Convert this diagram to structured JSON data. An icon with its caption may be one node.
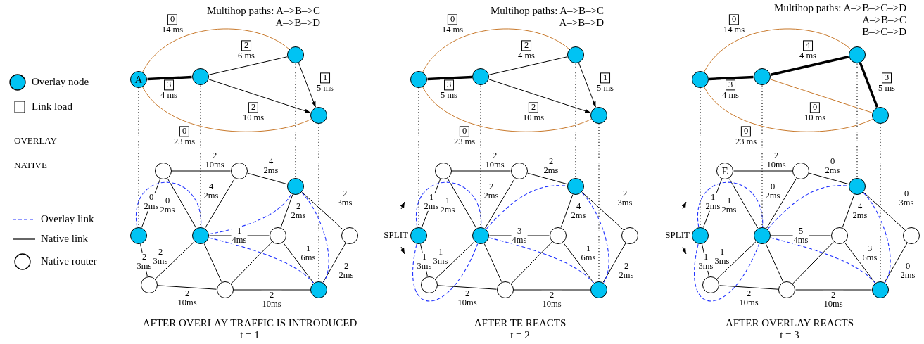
{
  "diagram": {
    "nodes": [
      {
        "text": [
          "A"
        ]
      },
      {
        "text": [],
        "shape": "circle"
      },
      {
        "text": [],
        "shape": "circle"
      },
      {
        "text": [],
        "shape": "circle"
      },
      {
        "text": [],
        "shape": "circle"
      },
      {
        "text": [],
        "shape": "circle"
      },
      {
        "text": [],
        "shape": "circle"
      },
      {
        "text": [],
        "shape": "circle"
      },
      {
        "text": [],
        "shape": "circle"
      },
      {
        "text": [],
        "shape": "circle"
      },
      {
        "text": [],
        "shape": "circle"
      },
      {
        "text": [],
        "shape": "circle"
      },
      {
        "text": [],
        "shape": "circle"
      },
      {
        "text": [],
        "shape": "circle"
      },
      {
        "text": [],
        "shape": "circle"
      },
      {
        "text": [],
        "shape": "circle"
      },
      {
        "text": [],
        "shape": "circle"
      },
      {
        "text": [],
        "shape": "circle"
      },
      {
        "text": [],
        "shape": "circle"
      },
      {
        "text": [],
        "shape": "circle"
      },
      {
        "text": [],
        "shape": "circle"
      },
      {
        "text": [],
        "shape": "circle"
      },
      {
        "text": [],
        "shape": "circle"
      },
      {
        "text": [],
        "shape": "circle"
      },
      {
        "text": [],
        "shape": "circle"
      },
      {
        "text": [],
        "shape": "circle"
      },
      {
        "text": [],
        "shape": "circle"
      },
      {
        "text": [],
        "shape": "circle"
      },
      {
        "text": [],
        "shape": "circle"
      },
      {
        "text": [],
        "shape": "circle"
      },
      {
        "text": [],
        "shape": "circle"
      },
      {
        "text": [],
        "shape": "circle"
      },
      {
        "text": [
          "E"
        ]
      },
      {
        "text": [],
        "shape": "circle"
      },
      {
        "text": [],
        "shape": "circle"
      },
      {
        "text": [],
        "shape": "circle"
      },
      {
        "text": [],
        "shape": "circle"
      },
      {
        "text": [],
        "shape": "circle"
      },
      {
        "text": [],
        "shape": "circle"
      },
      {
        "text": [],
        "shape": "circle"
      },
      {
        "text": [],
        "shape": "circle"
      },
      {
        "text": [],
        "shape": "circle"
      }
    ],
    "edges": [
      {
        "from": 0,
        "to": 2,
        "arrow": "none",
        "label": "0 14 ms",
        "color": "#c8782a"
      },
      {
        "from": 0,
        "to": 1,
        "arrow": "none",
        "label": "3 4 ms",
        "style": "thick"
      },
      {
        "from": 1,
        "to": 2,
        "arrow": "none",
        "label": "2 6 ms"
      },
      {
        "from": 1,
        "to": 3,
        "arrow": "to",
        "label": "2 10 ms"
      },
      {
        "from": 2,
        "to": 3,
        "arrow": "to",
        "label": "1 5 ms"
      },
      {
        "from": 0,
        "to": 3,
        "arrow": "none",
        "label": "0 23 ms",
        "color": "#c8782a"
      },
      {
        "from": 4,
        "to": 5,
        "arrow": "none",
        "label": "2 10ms"
      },
      {
        "from": 5,
        "to": 6,
        "arrow": "none",
        "label": "4 2ms"
      },
      {
        "from": 4,
        "to": 7,
        "arrow": "none",
        "label": "0 2ms"
      },
      {
        "from": 4,
        "to": 8,
        "arrow": "none",
        "label": "0 2ms"
      },
      {
        "from": 5,
        "to": 8,
        "arrow": "none",
        "label": "4 2ms"
      },
      {
        "from": 6,
        "to": 9,
        "arrow": "none",
        "label": "2 2ms"
      },
      {
        "from": 6,
        "to": 10,
        "arrow": "none",
        "label": "2 3ms"
      },
      {
        "from": 8,
        "to": 9,
        "arrow": "none",
        "label": "1 4ms"
      },
      {
        "from": 7,
        "to": 11,
        "arrow": "none",
        "label": "2 3ms"
      },
      {
        "from": 8,
        "to": 11,
        "arrow": "none",
        "label": "2 3ms"
      },
      {
        "from": 8,
        "to": 12,
        "arrow": "none"
      },
      {
        "from": 9,
        "to": 12,
        "arrow": "none"
      },
      {
        "from": 9,
        "to": 13,
        "arrow": "none",
        "label": "1 6ms"
      },
      {
        "from": 10,
        "to": 13,
        "arrow": "none",
        "label": "2 2ms"
      },
      {
        "from": 11,
        "to": 12,
        "arrow": "none",
        "label": "2 10ms"
      },
      {
        "from": 12,
        "to": 13,
        "arrow": "none",
        "label": "2 10ms"
      },
      {
        "from": 7,
        "to": 8,
        "arrow": "none",
        "style": "dashed",
        "color": "#2233ff"
      },
      {
        "from": 8,
        "to": 6,
        "arrow": "none",
        "style": "dashed",
        "color": "#2233ff"
      },
      {
        "from": 8,
        "to": 13,
        "arrow": "none",
        "style": "dashed",
        "color": "#2233ff"
      },
      {
        "from": 6,
        "to": 13,
        "arrow": "none",
        "style": "dashed",
        "color": "#2233ff"
      },
      {
        "from": 0,
        "to": 7,
        "arrow": "none",
        "style": "dashed"
      },
      {
        "from": 1,
        "to": 8,
        "arrow": "none",
        "style": "dashed"
      },
      {
        "from": 2,
        "to": 6,
        "arrow": "none",
        "style": "dashed"
      },
      {
        "from": 3,
        "to": 13,
        "arrow": "none",
        "style": "dashed"
      },
      {
        "from": 14,
        "to": 16,
        "arrow": "none",
        "label": "0 14 ms",
        "color": "#c8782a"
      },
      {
        "from": 14,
        "to": 15,
        "arrow": "none",
        "label": "3 5 ms",
        "style": "thick"
      },
      {
        "from": 15,
        "to": 16,
        "arrow": "none",
        "label": "2 4 ms"
      },
      {
        "from": 15,
        "to": 17,
        "arrow": "to",
        "label": "2 10 ms"
      },
      {
        "from": 16,
        "to": 17,
        "arrow": "to",
        "label": "1 5 ms"
      },
      {
        "from": 14,
        "to": 17,
        "arrow": "none",
        "label": "0 23 ms",
        "color": "#c8782a"
      },
      {
        "from": 18,
        "to": 19,
        "arrow": "none",
        "label": "2 10ms"
      },
      {
        "from": 19,
        "to": 20,
        "arrow": "none",
        "label": "2 2ms"
      },
      {
        "from": 18,
        "to": 21,
        "arrow": "none",
        "label": "1 2ms"
      },
      {
        "from": 18,
        "to": 22,
        "arrow": "none",
        "label": "1 2ms"
      },
      {
        "from": 19,
        "to": 22,
        "arrow": "none",
        "label": "2 2ms"
      },
      {
        "from": 20,
        "to": 23,
        "arrow": "none",
        "label": "4 2ms"
      },
      {
        "from": 20,
        "to": 24,
        "arrow": "none",
        "label": "2 3ms"
      },
      {
        "from": 22,
        "to": 23,
        "arrow": "none",
        "label": "3 4ms"
      },
      {
        "from": 21,
        "to": 25,
        "arrow": "none",
        "label": "1 3ms"
      },
      {
        "from": 22,
        "to": 25,
        "arrow": "none",
        "label": "1 3ms"
      },
      {
        "from": 22,
        "to": 26,
        "arrow": "none"
      },
      {
        "from": 23,
        "to": 26,
        "arrow": "none"
      },
      {
        "from": 23,
        "to": 27,
        "arrow": "none",
        "label": "1 6ms"
      },
      {
        "from": 24,
        "to": 27,
        "arrow": "none",
        "label": "2 2ms"
      },
      {
        "from": 25,
        "to": 26,
        "arrow": "none",
        "label": "2 10ms"
      },
      {
        "from": 26,
        "to": 27,
        "arrow": "none",
        "label": "2 10ms"
      },
      {
        "from": 21,
        "to": 22,
        "arrow": "none",
        "style": "dashed",
        "color": "#2233ff"
      },
      {
        "from": 21,
        "to": 22,
        "arrow": "none",
        "style": "dashed",
        "color": "#2233ff"
      },
      {
        "from": 22,
        "to": 20,
        "arrow": "none",
        "style": "dashed",
        "color": "#2233ff"
      },
      {
        "from": 22,
        "to": 27,
        "arrow": "none",
        "style": "dashed",
        "color": "#2233ff"
      },
      {
        "from": 20,
        "to": 27,
        "arrow": "none",
        "style": "dashed",
        "color": "#2233ff"
      },
      {
        "from": 14,
        "to": 21,
        "arrow": "none",
        "style": "dashed"
      },
      {
        "from": 15,
        "to": 22,
        "arrow": "none",
        "style": "dashed"
      },
      {
        "from": 16,
        "to": 20,
        "arrow": "none",
        "style": "dashed"
      },
      {
        "from": 17,
        "to": 27,
        "arrow": "none",
        "style": "dashed"
      },
      {
        "from": 28,
        "to": 30,
        "arrow": "none",
        "label": "0 14 ms",
        "color": "#c8782a"
      },
      {
        "from": 28,
        "to": 29,
        "arrow": "none",
        "label": "3 4 ms",
        "style": "thick"
      },
      {
        "from": 29,
        "to": 30,
        "arrow": "none",
        "label": "4 4 ms",
        "style": "thick"
      },
      {
        "from": 29,
        "to": 31,
        "arrow": "none",
        "label": "0 10 ms",
        "color": "#c8782a"
      },
      {
        "from": 30,
        "to": 31,
        "arrow": "none",
        "label": "3 5 ms",
        "style": "thick"
      },
      {
        "from": 28,
        "to": 31,
        "arrow": "none",
        "label": "0 23 ms",
        "color": "#c8782a"
      },
      {
        "from": 32,
        "to": 33,
        "arrow": "none",
        "label": "2 10ms"
      },
      {
        "from": 33,
        "to": 34,
        "arrow": "none",
        "label": "0 2ms"
      },
      {
        "from": 32,
        "to": 35,
        "arrow": "none",
        "label": "1 2ms"
      },
      {
        "from": 32,
        "to": 36,
        "arrow": "none",
        "label": "1 2ms"
      },
      {
        "from": 33,
        "to": 36,
        "arrow": "none",
        "label": "0 2ms"
      },
      {
        "from": 34,
        "to": 37,
        "arrow": "none",
        "label": "4 2ms"
      },
      {
        "from": 34,
        "to": 38,
        "arrow": "none",
        "label": "0 3ms"
      },
      {
        "from": 36,
        "to": 37,
        "arrow": "none",
        "label": "5 4ms"
      },
      {
        "from": 35,
        "to": 39,
        "arrow": "none",
        "label": "1 3ms"
      },
      {
        "from": 36,
        "to": 39,
        "arrow": "none",
        "label": "1 3ms"
      },
      {
        "from": 36,
        "to": 40,
        "arrow": "none"
      },
      {
        "from": 37,
        "to": 40,
        "arrow": "none"
      },
      {
        "from": 37,
        "to": 41,
        "arrow": "none",
        "label": "3 6ms"
      },
      {
        "from": 38,
        "to": 41,
        "arrow": "none",
        "label": "0 2ms"
      },
      {
        "from": 39,
        "to": 40,
        "arrow": "none",
        "label": "2 10ms"
      },
      {
        "from": 40,
        "to": 41,
        "arrow": "none",
        "label": "2 10ms"
      },
      {
        "from": 35,
        "to": 36,
        "arrow": "none",
        "style": "dashed",
        "color": "#2233ff"
      },
      {
        "from": 35,
        "to": 36,
        "arrow": "none",
        "style": "dashed",
        "color": "#2233ff"
      },
      {
        "from": 36,
        "to": 34,
        "arrow": "none",
        "style": "dashed",
        "color": "#2233ff"
      },
      {
        "from": 36,
        "to": 41,
        "arrow": "none",
        "style": "dashed",
        "color": "#2233ff"
      },
      {
        "from": 34,
        "to": 41,
        "arrow": "none",
        "style": "dashed",
        "color": "#2233ff"
      },
      {
        "from": 28,
        "to": 35,
        "arrow": "none",
        "style": "dashed"
      },
      {
        "from": 29,
        "to": 36,
        "arrow": "none",
        "style": "dashed"
      },
      {
        "from": 30,
        "to": 34,
        "arrow": "none",
        "style": "dashed"
      },
      {
        "from": 31,
        "to": 41,
        "arrow": "none",
        "style": "dashed"
      }
    ],
    "labels": [
      "Multihop paths: A–>B–>C",
      "A–>B–>D",
      "Multihop paths: A–>B–>C",
      "A–>B–>D",
      "Multihop paths: A–>B–>C–>D",
      "A–>B–>C",
      "B–>C–>D",
      "OVERLAY",
      "NATIVE",
      "SPLIT",
      "SPLIT",
      "AFTER OVERLAY TRAFFIC IS INTRODUCED",
      "t = 1",
      "AFTER TE REACTS",
      "t = 2",
      "AFTER OVERLAY REACTS",
      "t = 3"
    ],
    "legend": [
      {
        "text": "Overlay node",
        "color": "#00c3f3"
      },
      {
        "text": "Link load"
      },
      {
        "text": "Overlay link"
      },
      {
        "text": "Native link"
      },
      {
        "text": "Native router"
      }
    ]
  }
}
